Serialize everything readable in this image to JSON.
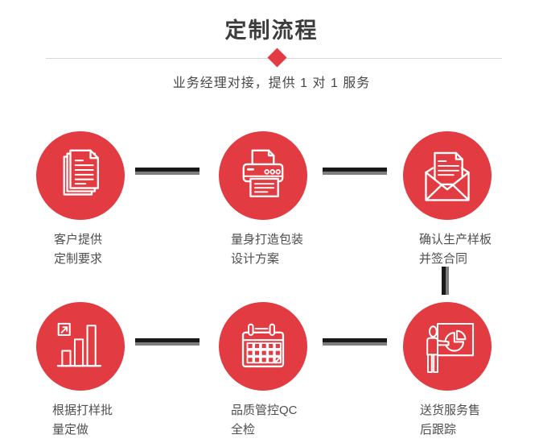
{
  "header": {
    "title": "定制流程",
    "subtitle": "业务经理对接，提供 1 对 1 服务"
  },
  "colors": {
    "accent_red": "#e23b41",
    "divider_gray": "#d7d7d7",
    "connector_dark": "#191919",
    "connector_gray": "#7d7d7d",
    "title_text": "#3c3c3c",
    "label_text": "#4f4f4f"
  },
  "steps": [
    {
      "id": 1,
      "icon": "stacked-documents-icon",
      "label_lines": [
        "客户提供",
        "定制要求"
      ]
    },
    {
      "id": 2,
      "icon": "printer-icon",
      "label_lines": [
        "量身打造包装",
        "设计方案"
      ]
    },
    {
      "id": 3,
      "icon": "open-envelope-letter-icon",
      "label_lines": [
        "确认生产样板",
        "并签合同"
      ]
    },
    {
      "id": 4,
      "icon": "growth-bar-chart-icon",
      "label_lines": [
        "根据打样批",
        "量定做"
      ]
    },
    {
      "id": 5,
      "icon": "calendar-icon",
      "label_lines": [
        "品质管控QC",
        "全检"
      ]
    },
    {
      "id": 6,
      "icon": "presentation-board-icon",
      "label_lines": [
        "送货服务售",
        "后跟踪"
      ]
    }
  ]
}
